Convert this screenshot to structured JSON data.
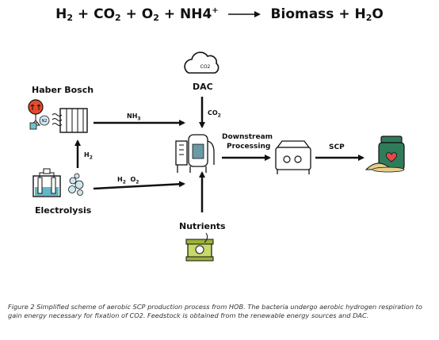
{
  "equation": {
    "h2": "H",
    "h2_sub": "2",
    "co2": "CO",
    "co2_sub": "2",
    "o2": "O",
    "o2_sub": "2",
    "nh4": "NH4",
    "nh4_sup": "+",
    "biomass": "Biomass",
    "h2o_h": "H",
    "h2o_sub": "2",
    "h2o_o": "O"
  },
  "nodes": {
    "haber_bosch": "Haber Bosch",
    "dac": "DAC",
    "electrolysis": "Electrolysis",
    "downstream_line1": "Downstream",
    "downstream_line2": "Processing",
    "nutrients": "Nutrients",
    "scp": "SCP"
  },
  "flows": {
    "nh3": "NH",
    "nh3_sub": "3",
    "co2": "CO",
    "co2_sub": "2",
    "h2": "H",
    "h2_sub": "2",
    "h2_o2": "H",
    "h2_o2_sub": "2",
    "o2_part": "O",
    "o2_part_sub": "2"
  },
  "icons": {
    "cloud_text": "CO2",
    "n2_text": "N2"
  },
  "caption": "Figure 2 Simplified scheme of aerobic SCP production process from HOB. The bacteria undergo aerobic hydrogen respiration to gain energy necessary for fixation of CO2. Feedstock is obtained from the renewable energy sources and DAC."
}
